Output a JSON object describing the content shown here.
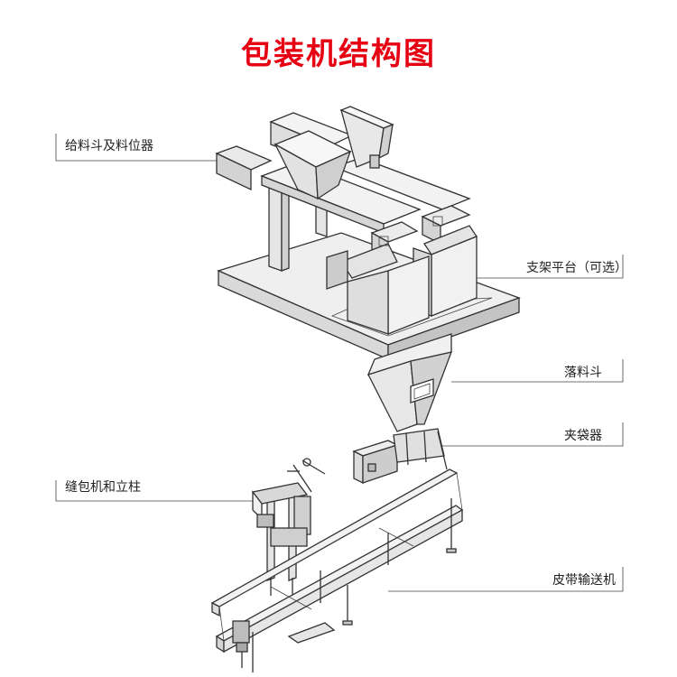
{
  "title": "包装机结构图",
  "labels": {
    "feeder": "给料斗及料位器",
    "platform": "支架平台（可选）",
    "hopper": "落料斗",
    "clamp": "夹袋器",
    "sewing": "缝包机和立柱",
    "conveyor": "皮带输送机"
  },
  "colors": {
    "title": "#e60012",
    "line": "#333333",
    "face_light": "#efefef",
    "face_mid": "#d9d9d9",
    "face_dark": "#c4c4c4"
  }
}
